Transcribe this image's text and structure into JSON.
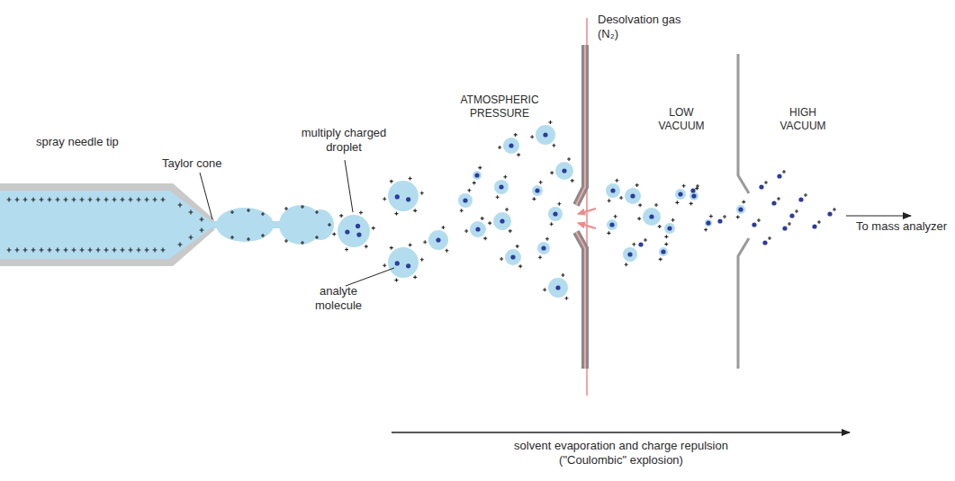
{
  "diagram": {
    "labels": [
      "spray needle tip",
      "Taylor cone",
      "multiply charged droplet",
      "analyte molecule",
      "ATMOSPHERIC PRESSURE",
      "Desolvation gas (N₂)",
      "LOW VACUUM",
      "HIGH VACUUM",
      "To mass analyzer",
      "solvent evaporation and charge repulsion (\"Coulombic\" explosion)"
    ]
  }
}
